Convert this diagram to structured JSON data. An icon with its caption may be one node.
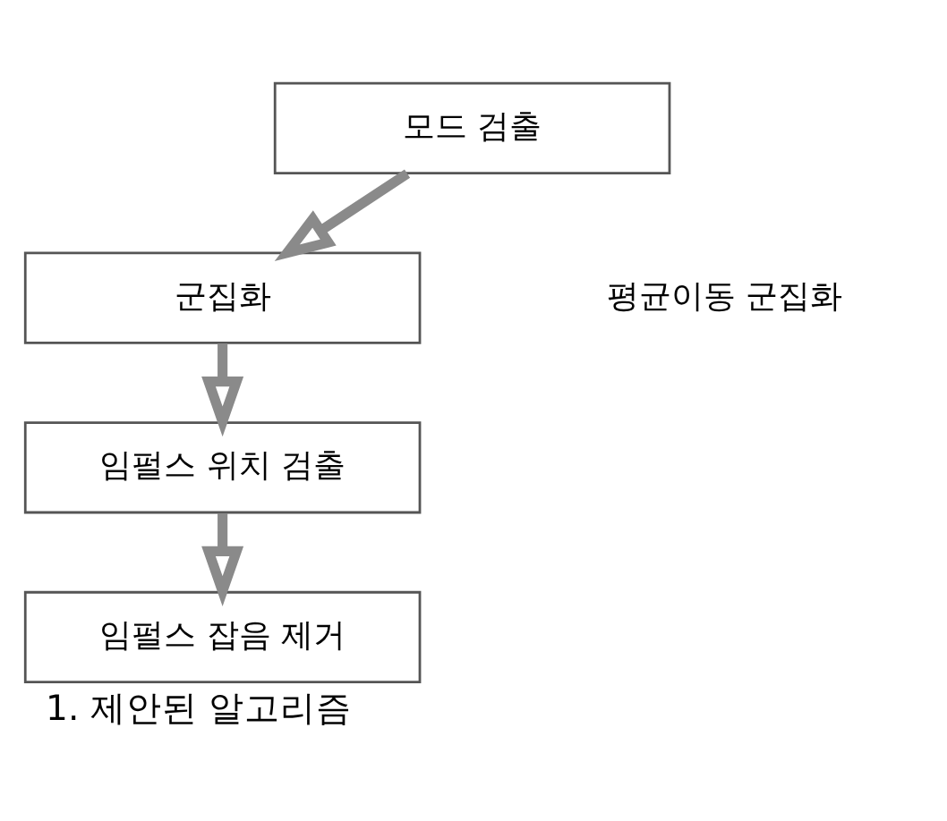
{
  "diagram": {
    "caption": "1. 제안된 알고리즘",
    "nodes": [
      {
        "text": [
          "모드 검출"
        ]
      },
      {
        "text": [
          "군집화"
        ]
      },
      {
        "text": [
          "임펄스 위치 검출"
        ]
      },
      {
        "text": [
          "임펄스 잡음 제거"
        ]
      }
    ],
    "edges": [
      {
        "from": 0,
        "to": 1,
        "arrow": "to"
      },
      {
        "from": 1,
        "to": 2,
        "arrow": "to"
      },
      {
        "from": 2,
        "to": 3,
        "arrow": "to"
      }
    ],
    "labels": [
      "평균이동 군집화"
    ]
  }
}
